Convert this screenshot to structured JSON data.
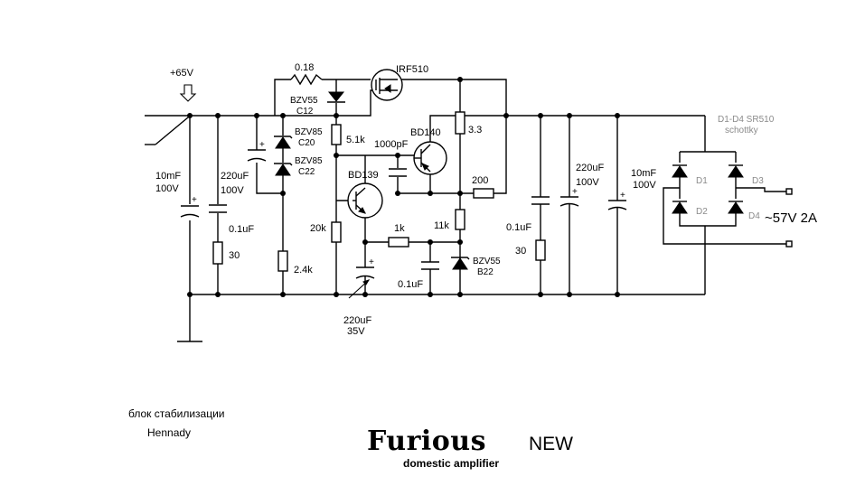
{
  "supply": {
    "rail_label": "+65V"
  },
  "components": {
    "r_shunt": "0.18",
    "mosfet": "IRF510",
    "zener_c12": [
      "BZV55",
      "C12"
    ],
    "zener_c20": [
      "BZV85",
      "C20"
    ],
    "zener_c22": [
      "BZV85",
      "C22"
    ],
    "r_5k1": "5.1k",
    "c_1000pf": "1000pF",
    "q_bd140": "BD140",
    "q_bd139": "BD139",
    "r_3_3": "3.3",
    "r_200": "200",
    "r_20k": "20k",
    "r_1k": "1k",
    "r_11k": "11k",
    "c_0_1uf_mid": "0.1uF",
    "zener_b22": [
      "BZV55",
      "B22"
    ],
    "r_2_4k": "2.4k",
    "c_in_big": [
      "10mF",
      "100V"
    ],
    "c_in_220": [
      "220uF",
      "100V"
    ],
    "c_in_01": "0.1uF",
    "r_in_30": "30",
    "c_220_35": [
      "220uF",
      "35V"
    ],
    "c_out_01": "0.1uF",
    "r_out_30": "30",
    "c_out_220": [
      "220uF",
      "100V"
    ],
    "c_out_big": [
      "10mF",
      "100V"
    ],
    "bridge_title": [
      "D1-D4 SR510",
      "schottky"
    ],
    "diodes": [
      "D1",
      "D2",
      "D3",
      "D4"
    ],
    "ac_input": "~57V 2A"
  },
  "notes": {
    "line1": "блок стабилизации",
    "line2": "Hennady"
  },
  "brand": {
    "name": "Furious",
    "badge": "NEW",
    "tagline": "domestic amplifier"
  }
}
